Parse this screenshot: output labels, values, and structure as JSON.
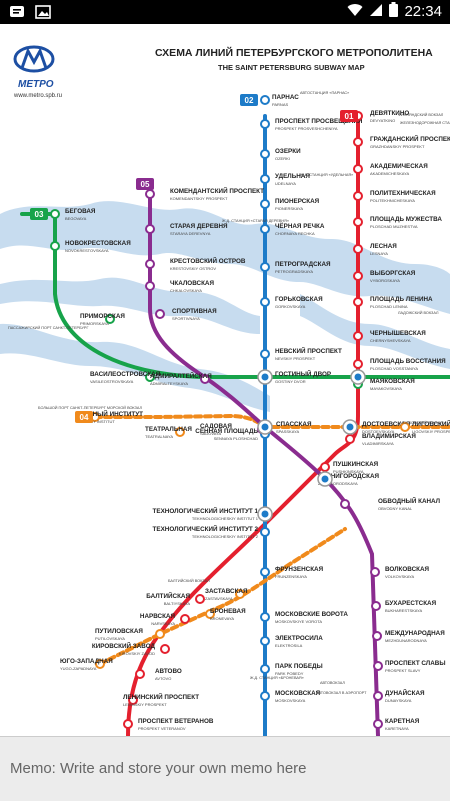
{
  "status": {
    "time": "22:34",
    "icons": [
      "notification-icon",
      "gallery-icon",
      "wifi-icon",
      "signal-icon",
      "battery-icon"
    ]
  },
  "map": {
    "logo_text": "МЕТРО",
    "website": "www.metro.spb.ru",
    "title_ru": "СХЕМА ЛИНИЙ ПЕТЕРБУРГСКОГО МЕТРОПОЛИТЕНА",
    "title_en": "THE SAINT PETERSBURG SUBWAY MAP",
    "line_colors": {
      "line1": "#e4202e",
      "line2": "#1d7bc8",
      "line3": "#17a34a",
      "line4": "#f08a1c",
      "line5": "#8a2c8f",
      "water": "#c7dcef"
    },
    "badges": {
      "line1": "01",
      "line2": "02",
      "line3": "03",
      "line4": "04",
      "line5": "05"
    },
    "stations": [
      {
        "name": "ПАРНАС",
        "sub": "PARNAS"
      },
      {
        "name": "ПРОСПЕКТ ПРОСВЕЩЕНИЯ",
        "sub": "PROSPEKT PROSVESHCHENIYA"
      },
      {
        "name": "ОЗЕРКИ",
        "sub": "OZERKI"
      },
      {
        "name": "УДЕЛЬНАЯ",
        "sub": "UDELNAYA"
      },
      {
        "name": "ПИОНЕРСКАЯ",
        "sub": "PIONERSKAYA"
      },
      {
        "name": "ЧЁРНАЯ РЕЧКА",
        "sub": "CHORNAYA RECHKA"
      },
      {
        "name": "ПЕТРОГРАДСКАЯ",
        "sub": "PETROGRADSKAYA"
      },
      {
        "name": "ГОРЬКОВСКАЯ",
        "sub": "GORKOVSKAYA"
      },
      {
        "name": "НЕВСКИЙ ПРОСПЕКТ",
        "sub": "NEVSKIY PROSPEKT"
      },
      {
        "name": "ГОСТИНЫЙ ДВОР",
        "sub": "GOSTINY DVOR"
      },
      {
        "name": "СЕННАЯ ПЛОЩАДЬ",
        "sub": "SENNAYA PLOSHCHAD"
      },
      {
        "name": "ТЕХНОЛОГИЧЕСКИЙ ИНСТИТУТ 1",
        "sub": "TEKHNOLOGICHESKIY INSTITUT 1"
      },
      {
        "name": "ТЕХНОЛОГИЧЕСКИЙ ИНСТИТУТ 2",
        "sub": "TEKHNOLOGICHESKIY INSTITUT 2"
      },
      {
        "name": "ФРУНЗЕНСКАЯ",
        "sub": "FRUNZENSKAYA"
      },
      {
        "name": "МОСКОВСКИЕ ВОРОТА",
        "sub": "MOSKOVSKIYE VOROTA"
      },
      {
        "name": "ЭЛЕКТРОСИЛА",
        "sub": "ELEKTROSILA"
      },
      {
        "name": "ПАРК ПОБЕДЫ",
        "sub": "PARK POBEDY"
      },
      {
        "name": "МОСКОВСКАЯ",
        "sub": "MOSKOVSKAYA"
      },
      {
        "name": "ДЕВЯТКИНО",
        "sub": "DEVYATKINO"
      },
      {
        "name": "ГРАЖДАНСКИЙ ПРОСПЕКТ",
        "sub": "GRAZHDANSKIY PROSPEKT"
      },
      {
        "name": "АКАДЕМИЧЕСКАЯ",
        "sub": "AKADEMICHESKAYA"
      },
      {
        "name": "ПОЛИТЕХНИЧЕСКАЯ",
        "sub": "POLITEKHNICHESKAYA"
      },
      {
        "name": "ПЛОЩАДЬ МУЖЕСТВА",
        "sub": "PLOSCHAD MUZHESTVA"
      },
      {
        "name": "ЛЕСНАЯ",
        "sub": "LESNAYA"
      },
      {
        "name": "ВЫБОРГСКАЯ",
        "sub": "VYBORGSKAYA"
      },
      {
        "name": "ПЛОЩАДЬ ЛЕНИНА",
        "sub": "PLOSCHAD LENINA"
      },
      {
        "name": "ЧЕРНЫШЕВСКАЯ",
        "sub": "CHERNYSHEVSKAYA"
      },
      {
        "name": "ПЛОЩАДЬ ВОССТАНИЯ",
        "sub": "PLOSCHAD VOSSTANIYA"
      },
      {
        "name": "ВЛАДИМИРСКАЯ",
        "sub": "VLADIMIRSKAYA"
      },
      {
        "name": "ПУШКИНСКАЯ",
        "sub": "PUSHKINSKAYA"
      },
      {
        "name": "БАЛТИЙСКАЯ",
        "sub": "BALTIYSKAYA"
      },
      {
        "name": "НАРВСКАЯ",
        "sub": "NARVSKAYA"
      },
      {
        "name": "КИРОВСКИЙ ЗАВОД",
        "sub": "KIROVSKIY ZAVOD"
      },
      {
        "name": "АВТОВО",
        "sub": "AVTOVO"
      },
      {
        "name": "ЛЕНИНСКИЙ ПРОСПЕКТ",
        "sub": "LENINSKIY PROSPEKT"
      },
      {
        "name": "ПРОСПЕКТ ВЕТЕРАНОВ",
        "sub": "PROSPEKT VETERANOV"
      },
      {
        "name": "БЕГОВАЯ",
        "sub": "BEGOVAYA"
      },
      {
        "name": "НОВОКРЕСТОВСКАЯ",
        "sub": "NOVOKRESTOVSKAYA"
      },
      {
        "name": "ПРИМОРСКАЯ",
        "sub": "PRIMORSKAYA"
      },
      {
        "name": "ВАСИЛЕОСТРОВСКАЯ",
        "sub": "VASILEOSTROVSKAYA"
      },
      {
        "name": "МАЯКОВСКАЯ",
        "sub": "MAYAKOVSKAYA"
      },
      {
        "name": "ГОРНЫЙ ИНСТИТУТ",
        "sub": "GORNIY INSTITUT"
      },
      {
        "name": "ТЕАТРАЛЬНАЯ",
        "sub": "TEATRALNAYA"
      },
      {
        "name": "СПАССКАЯ",
        "sub": "SPASSKAYA"
      },
      {
        "name": "ДОСТОЕВСКАЯ",
        "sub": "DOSTOEVSKAYA"
      },
      {
        "name": "ЛИГОВСКИЙ ПРОСПЕКТ",
        "sub": "LIGOVSKIY PROSPEKT"
      },
      {
        "name": "ЗАСТАВСКАЯ",
        "sub": "ZASTAVSKAYA"
      },
      {
        "name": "БРОНЕВАЯ",
        "sub": "BRONEVAYA"
      },
      {
        "name": "ПУТИЛОВСКАЯ",
        "sub": "PUTILOVSKAYA"
      },
      {
        "name": "ЮГО-ЗАПАДНАЯ",
        "sub": "YUGO-ZAPADNAYA"
      },
      {
        "name": "КОМЕНДАНТСКИЙ ПРОСПЕКТ",
        "sub": "KOMENDANTSKIY PROSPEKT"
      },
      {
        "name": "СТАРАЯ ДЕРЕВНЯ",
        "sub": "STARAYA DEREVNYA"
      },
      {
        "name": "КРЕСТОВСКИЙ ОСТРОВ",
        "sub": "KRESTOVSKIY OSTROV"
      },
      {
        "name": "ЧКАЛОВСКАЯ",
        "sub": "CHKALOVSKAYA"
      },
      {
        "name": "СПОРТИВНАЯ",
        "sub": "SPORTIVNAYA"
      },
      {
        "name": "АДМИРАЛТЕЙСКАЯ",
        "sub": "ADMIRALTEYSKAYA"
      },
      {
        "name": "САДОВАЯ",
        "sub": "SADOVAYA"
      },
      {
        "name": "ЗВЕНИГОРОДСКАЯ",
        "sub": "ZVENIGORODSKAYA"
      },
      {
        "name": "ОБВОДНЫЙ КАНАЛ",
        "sub": "OBVODNY KANAL"
      },
      {
        "name": "ВОЛКОВСКАЯ",
        "sub": "VOLKOVSKAYA"
      },
      {
        "name": "БУХАРЕСТСКАЯ",
        "sub": "BUKHARESTSKAYA"
      },
      {
        "name": "МЕЖДУНАРОДНАЯ",
        "sub": "MEZHDUNARODNAYA"
      },
      {
        "name": "ПРОСПЕКТ СЛАВЫ",
        "sub": "PROSPEKT SLAVY"
      },
      {
        "name": "ДУНАЙСКАЯ",
        "sub": "DUNAYSKAYA"
      },
      {
        "name": "КАРЕТНАЯ",
        "sub": "KARETNAYA"
      }
    ],
    "notes": [
      "АВТОСТАНЦИЯ «ПАРНАС»",
      "Ж.Д. СТАНЦИЯ «УДЕЛЬНАЯ»",
      "Ж.Д. СТАНЦИЯ «СТАРАЯ ДЕРЕВНЯ»",
      "ПАССАЖИРСКИЙ ПОРТ САНКТ-ПЕТЕРБУРГ",
      "БОЛЬШОЙ ПОРТ САНКТ-ПЕТЕРБУРГ МОРСКОЙ ВОКЗАЛ",
      "БАЛТИЙСКИЙ ВОКЗАЛ",
      "МОСКОВСКИЙ ВОКЗАЛ",
      "ФИНЛЯНДСКИЙ ВОКЗАЛ",
      "ЛАДОЖСКИЙ ВОКЗАЛ",
      "АВТОВОКЗАЛ",
      "Ж.Д. СТАНЦИЯ «БРОНЕВАЯ»",
      "АВТОВОКЗАЛ В АЭРОПОРТ",
      "ЖЕЛЕЗНОДОРОЖНАЯ СТАНЦИЯ «ДЕВЯТКИНО»"
    ]
  },
  "memo": {
    "placeholder": "Memo: Write and store your own memo here",
    "value": ""
  }
}
